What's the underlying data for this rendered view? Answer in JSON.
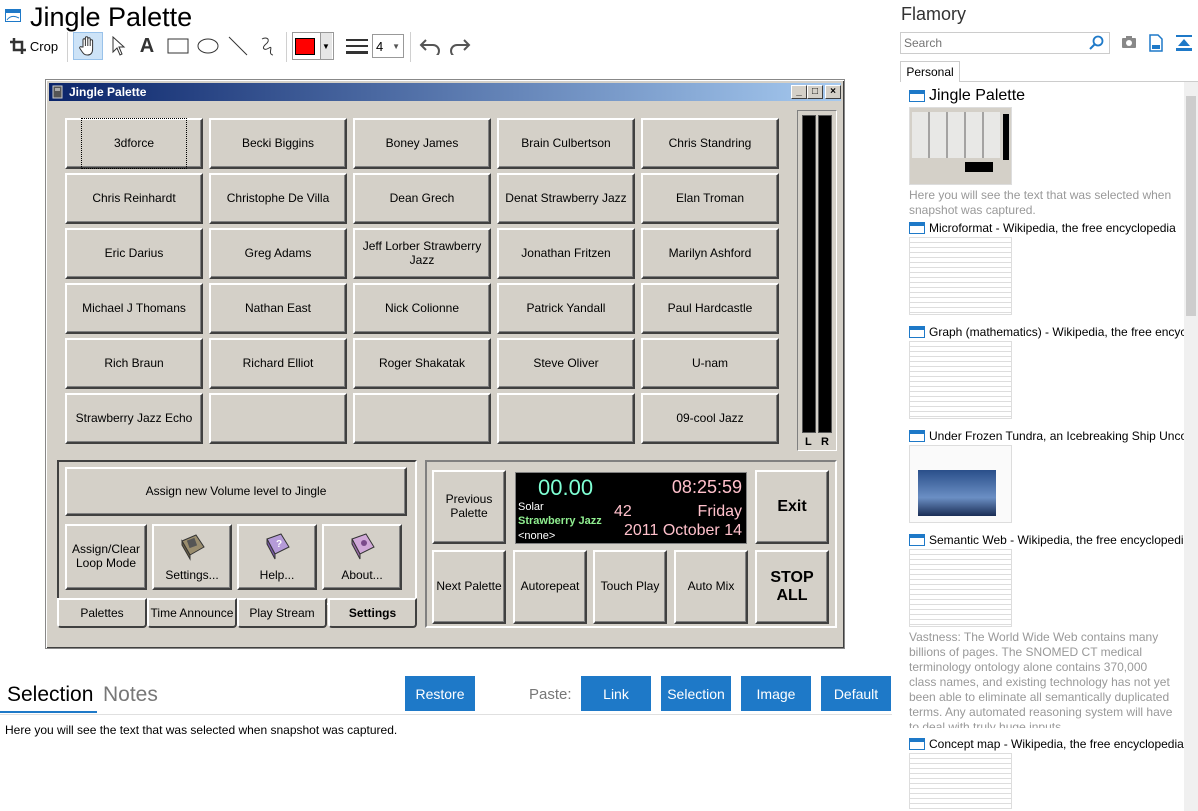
{
  "header": {
    "title": "Jingle Palette"
  },
  "toolbar": {
    "crop_label": "Crop",
    "text_tool": "A",
    "line_width_value": "4",
    "color": "#ff0000"
  },
  "jingle_window": {
    "title": "Jingle Palette",
    "jingles": [
      "3dforce",
      "Becki Biggins",
      "Boney James",
      "Brain Culbertson",
      "Chris Standring",
      "Chris Reinhardt",
      "Christophe De Villa",
      "Dean Grech",
      "Denat Strawberry Jazz",
      "Elan Troman",
      "Eric Darius",
      "Greg Adams",
      "Jeff Lorber Strawberry Jazz",
      "Jonathan Fritzen",
      "Marilyn Ashford",
      "Michael J Thomans",
      "Nathan East",
      "Nick Colionne",
      "Patrick Yandall",
      "Paul Hardcastle",
      "Rich Braun",
      "Richard Elliot",
      "Roger Shakatak",
      "Steve Oliver",
      "U-nam",
      "Strawberry Jazz Echo",
      "",
      "",
      "",
      "09-cool Jazz"
    ],
    "vu": {
      "left_label": "L",
      "right_label": "R"
    },
    "settings": {
      "assign_volume": "Assign new Volume level to Jingle",
      "assign_loop": "Assign/Clear Loop Mode",
      "settings_btn": "Settings...",
      "help_btn": "Help...",
      "about_btn": "About..."
    },
    "tabs": [
      "Palettes",
      "Time Announce",
      "Play Stream",
      "Settings"
    ],
    "player": {
      "previous_palette": "Previous Palette",
      "next_palette": "Next Palette",
      "autorepeat": "Autorepeat",
      "touch_play": "Touch Play",
      "auto_mix": "Auto Mix",
      "exit": "Exit",
      "stop_all": "STOP ALL"
    },
    "lcd": {
      "timer": "00.00",
      "clock": "08:25:59",
      "source": "Solar",
      "station": "Strawberry Jazz",
      "none": "<none>",
      "number": "42",
      "day": "Friday",
      "date": "2011 October 14"
    }
  },
  "bottom": {
    "tab_selection": "Selection",
    "tab_notes": "Notes",
    "restore": "Restore",
    "paste_label": "Paste:",
    "paste_link": "Link",
    "paste_selection": "Selection",
    "paste_image": "Image",
    "paste_default": "Default",
    "selection_text": "Here you will see the text that was selected when snapshot was captured."
  },
  "sidebar": {
    "title": "Flamory",
    "search_placeholder": "Search",
    "tab_personal": "Personal",
    "items": [
      {
        "title": "Jingle Palette",
        "desc": "Here you will see the text that was selected when snapshot was captured."
      },
      {
        "title": "Microformat - Wikipedia, the free encyclopedia",
        "desc": ""
      },
      {
        "title": "Graph (mathematics) - Wikipedia, the free encyclopedia",
        "desc": ""
      },
      {
        "title": "Under Frozen Tundra, an Icebreaking Ship Uncovers",
        "desc": ""
      },
      {
        "title": "Semantic Web - Wikipedia, the free encyclopedia",
        "desc": "Vastness: The World Wide Web contains many billions of pages. The SNOMED CT medical terminology ontology alone contains 370,000 class names, and existing technology has not yet been able to eliminate all semantically duplicated terms. Any automated reasoning system will have to deal with truly huge inputs."
      },
      {
        "title": "Concept map - Wikipedia, the free encyclopedia",
        "desc": ""
      }
    ]
  }
}
